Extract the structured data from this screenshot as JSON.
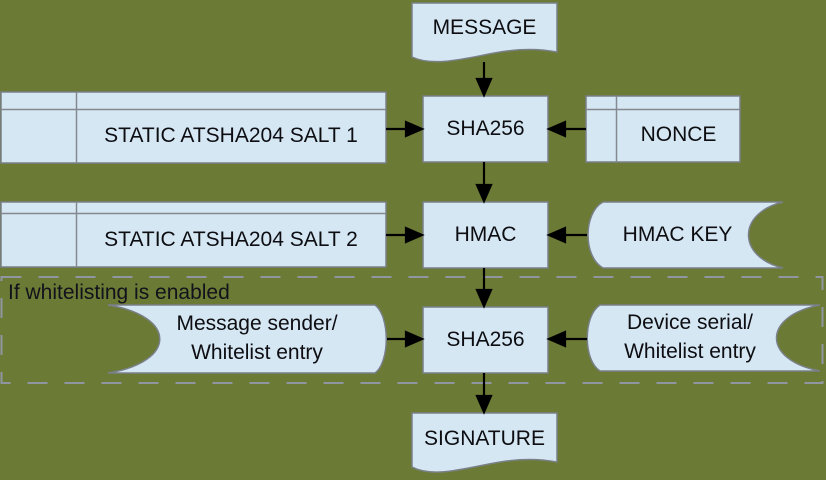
{
  "theme": {
    "background": "#6b7a34",
    "node_fill": "#d5e7f3",
    "node_border": "#7a8088",
    "divider_line": "#84888f",
    "arrow_color": "#000000",
    "dashed_border": "#8f95a1",
    "text_color": "#0d0d12"
  },
  "nodes": {
    "message": "MESSAGE",
    "static_salt_1": "STATIC ATSHA204 SALT 1",
    "sha256_top": "SHA256",
    "nonce": "NONCE",
    "static_salt_2": "STATIC ATSHA204 SALT 2",
    "hmac": "HMAC",
    "hmac_key": "HMAC KEY",
    "sha256_whitelist": "SHA256",
    "message_sender_line1": "Message sender/",
    "message_sender_line2": "Whitelist entry",
    "device_serial_line1": "Device serial/",
    "device_serial_line2": "Whitelist entry",
    "signature": "SIGNATURE"
  },
  "annotations": {
    "whitelist_condition": "If whitelisting is enabled"
  }
}
